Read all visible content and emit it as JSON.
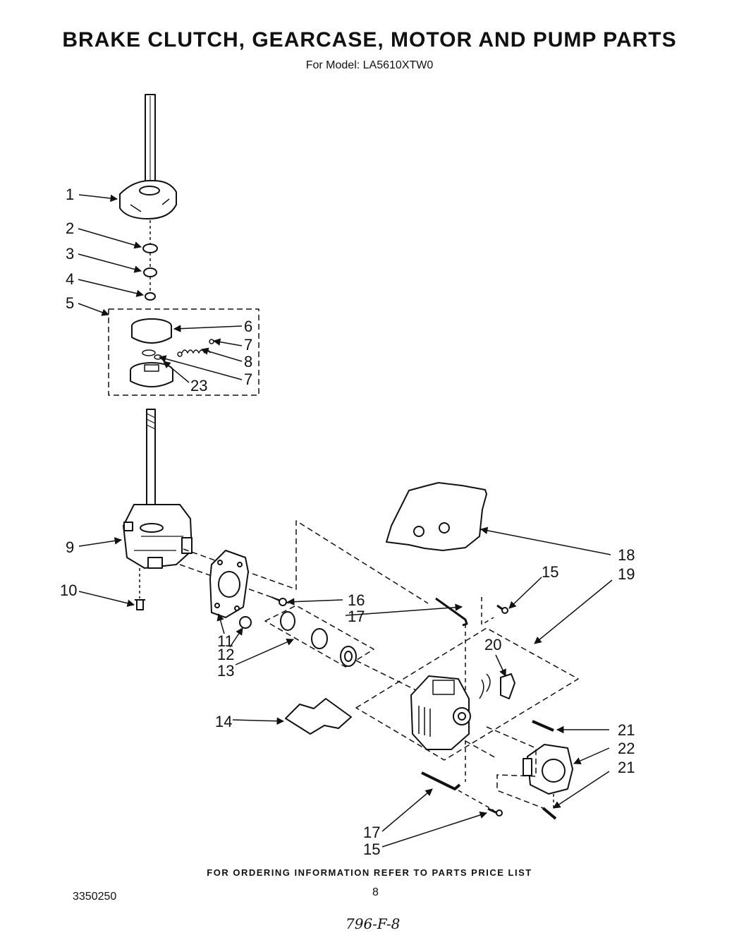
{
  "title": "BRAKE CLUTCH, GEARCASE, MOTOR AND PUMP PARTS",
  "subtitle": "For Model: LA5610XTW0",
  "callouts": [
    {
      "id": "c1",
      "label": "1"
    },
    {
      "id": "c2",
      "label": "2"
    },
    {
      "id": "c3",
      "label": "3"
    },
    {
      "id": "c4",
      "label": "4"
    },
    {
      "id": "c5",
      "label": "5"
    },
    {
      "id": "c6",
      "label": "6"
    },
    {
      "id": "c7a",
      "label": "7"
    },
    {
      "id": "c8",
      "label": "8"
    },
    {
      "id": "c7b",
      "label": "7"
    },
    {
      "id": "c23",
      "label": "23"
    },
    {
      "id": "c9",
      "label": "9"
    },
    {
      "id": "c10",
      "label": "10"
    },
    {
      "id": "c11",
      "label": "11"
    },
    {
      "id": "c12",
      "label": "12"
    },
    {
      "id": "c13",
      "label": "13"
    },
    {
      "id": "c14",
      "label": "14"
    },
    {
      "id": "c15a",
      "label": "15"
    },
    {
      "id": "c16",
      "label": "16"
    },
    {
      "id": "c17a",
      "label": "17"
    },
    {
      "id": "c18",
      "label": "18"
    },
    {
      "id": "c19",
      "label": "19"
    },
    {
      "id": "c20",
      "label": "20"
    },
    {
      "id": "c21a",
      "label": "21"
    },
    {
      "id": "c22",
      "label": "22"
    },
    {
      "id": "c21b",
      "label": "21"
    },
    {
      "id": "c17b",
      "label": "17"
    },
    {
      "id": "c15b",
      "label": "15"
    }
  ],
  "footer": "FOR ORDERING INFORMATION REFER TO PARTS PRICE LIST",
  "doc_number": "3350250",
  "page_number": "8",
  "handwritten_note": "796-F-8",
  "colors": {
    "ink": "#111111",
    "paper": "#ffffff"
  }
}
